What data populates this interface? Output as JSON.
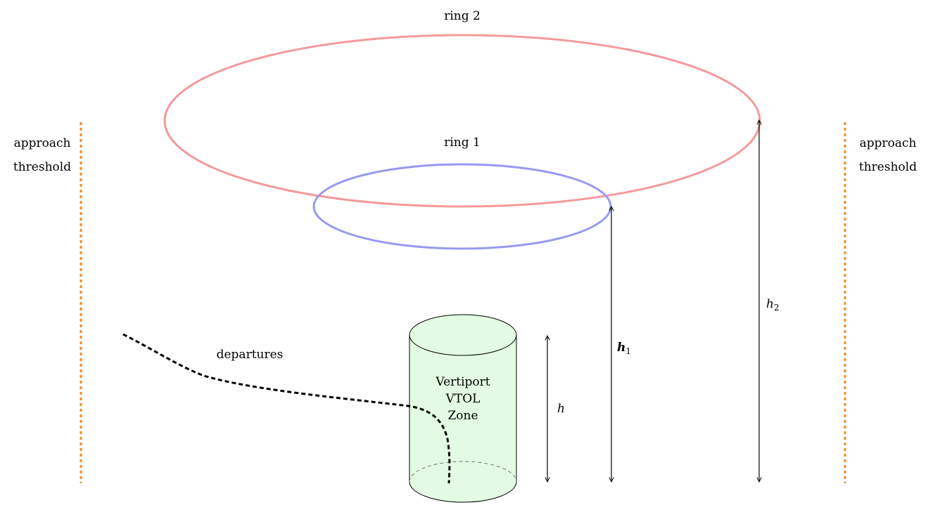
{
  "labels": {
    "ring2": "ring 2",
    "ring1": "ring 1",
    "approach_left_line1": "approach",
    "approach_left_line2": "threshold",
    "approach_right_line1": "approach",
    "approach_right_line2": "threshold",
    "departures": "departures",
    "vertiport_line1": "Vertiport",
    "vertiport_line2": "VTOL",
    "vertiport_line3": "Zone",
    "h": "h",
    "h1_base": "h",
    "h1_sub": "1",
    "h2_base": "h",
    "h2_sub": "2"
  },
  "colors": {
    "ring2": "#f4999c",
    "ring1": "#9999f2",
    "threshold": "#f58a1f",
    "vertiport_fill": "#e2fbe2",
    "lines": "#000000"
  }
}
